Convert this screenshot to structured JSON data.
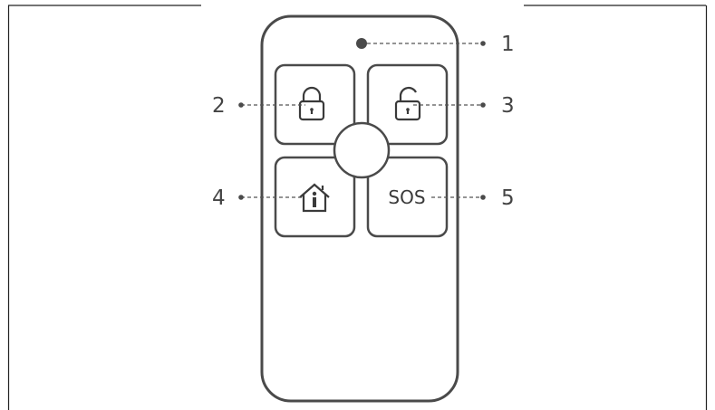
{
  "diagram": {
    "stroke_color": "#4a4a4a",
    "leader_color": "#555555",
    "callouts": [
      {
        "number": "1",
        "target": "indicator-light"
      },
      {
        "number": "2",
        "target": "arm-button"
      },
      {
        "number": "3",
        "target": "disarm-button"
      },
      {
        "number": "4",
        "target": "home-arm-button"
      },
      {
        "number": "5",
        "target": "sos-button"
      }
    ],
    "buttons": {
      "arm": {
        "icon": "lock-closed-icon"
      },
      "disarm": {
        "icon": "lock-open-icon"
      },
      "home": {
        "icon": "home-person-icon"
      },
      "sos": {
        "label": "SOS"
      }
    }
  }
}
